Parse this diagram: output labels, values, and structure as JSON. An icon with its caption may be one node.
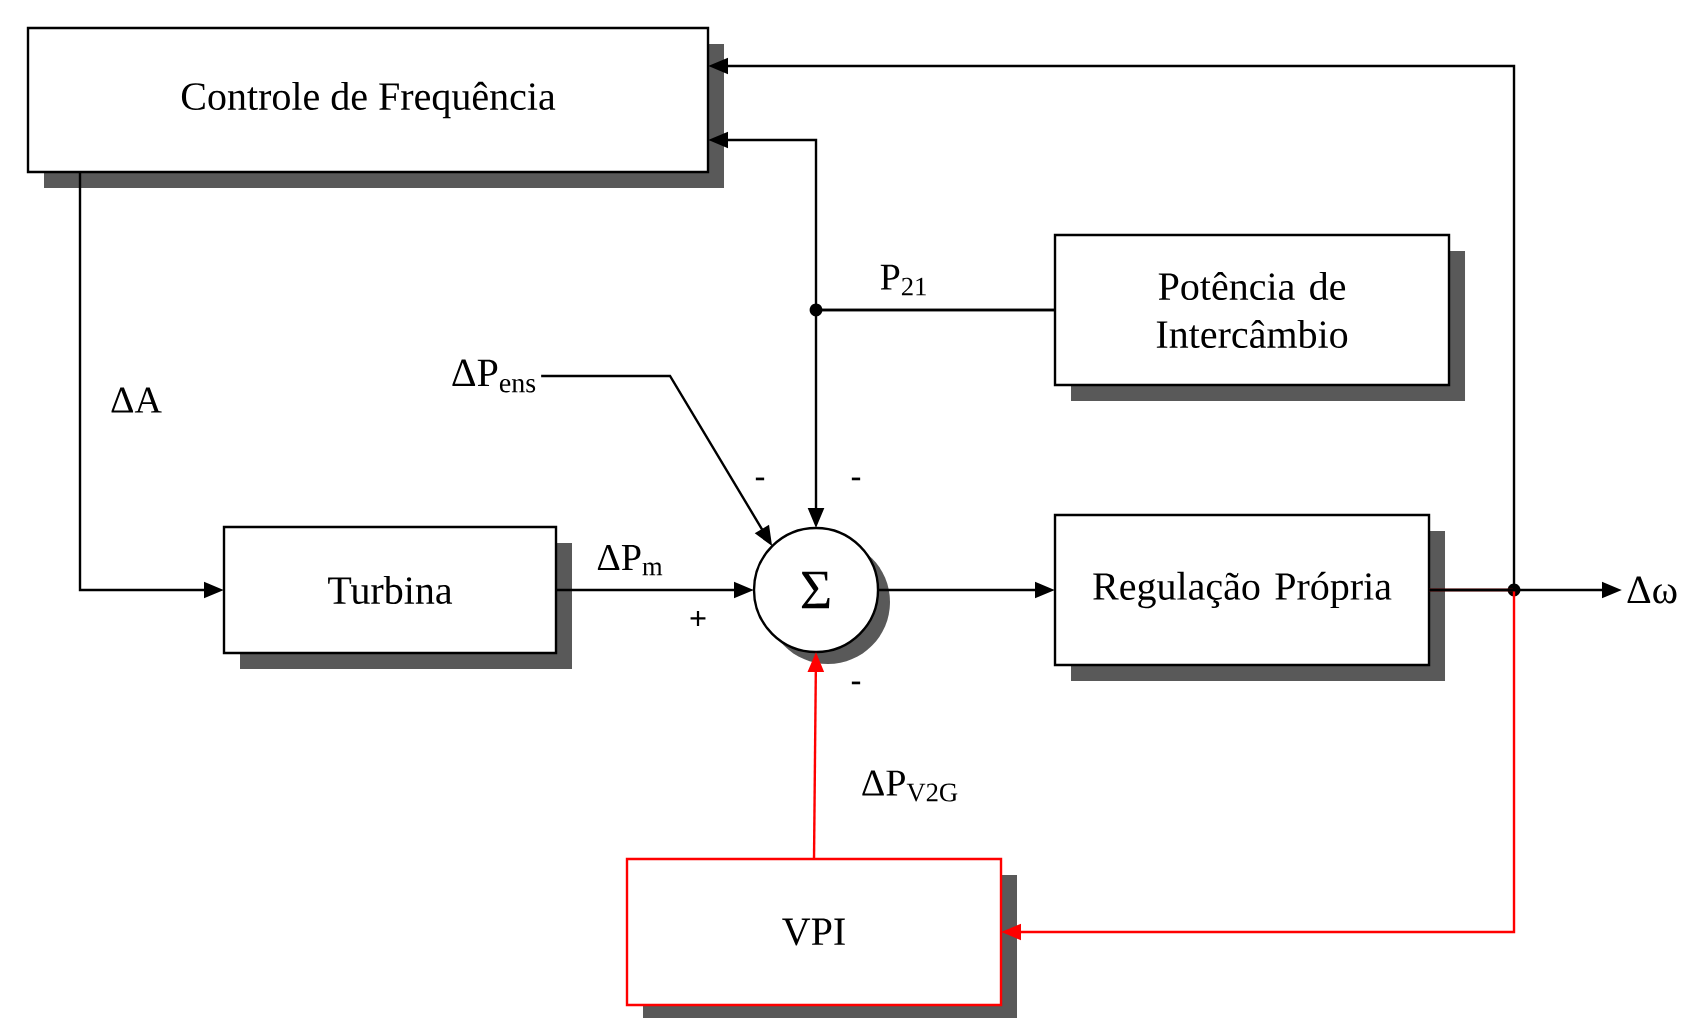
{
  "diagram": {
    "nodes": [
      {
        "text": [
          "Controle de Frequência"
        ]
      },
      {
        "text": [
          "Potência de Intercâmbio"
        ]
      },
      {
        "text": [
          "ΔP$_{ens}$"
        ]
      },
      {
        "text": [
          "Turbina"
        ]
      },
      {
        "text": [
          "Σ"
        ]
      },
      {
        "text": [
          "Regulação Própria"
        ]
      },
      {
        "text": [
          "Δω"
        ]
      },
      {
        "text": [
          "VPI"
        ]
      }
    ],
    "edges": [
      {
        "from": 0,
        "to": 3,
        "arrow": "to",
        "label": "ΔA"
      },
      {
        "from": 3,
        "to": 4,
        "arrow": "to",
        "label": "ΔP$_{m}$"
      },
      {
        "from": 4,
        "to": 5,
        "arrow": "to"
      },
      {
        "from": 5,
        "to": 6,
        "arrow": "to"
      },
      {
        "from": 5,
        "to": 0,
        "arrow": "to"
      },
      {
        "from": 5,
        "to": 7,
        "arrow": "to",
        "color": "#ff0000"
      },
      {
        "from": 1,
        "to": 4,
        "arrow": "to",
        "label": "P$_{21}$"
      },
      {
        "from": 1,
        "to": 0,
        "arrow": "to"
      },
      {
        "from": 2,
        "to": 4,
        "arrow": "to"
      },
      {
        "from": 7,
        "to": 4,
        "arrow": "to",
        "label": "ΔP$_{V2G}$",
        "color": "#ff0000"
      }
    ],
    "labels": [
      "-",
      "-",
      "+",
      "-"
    ]
  }
}
